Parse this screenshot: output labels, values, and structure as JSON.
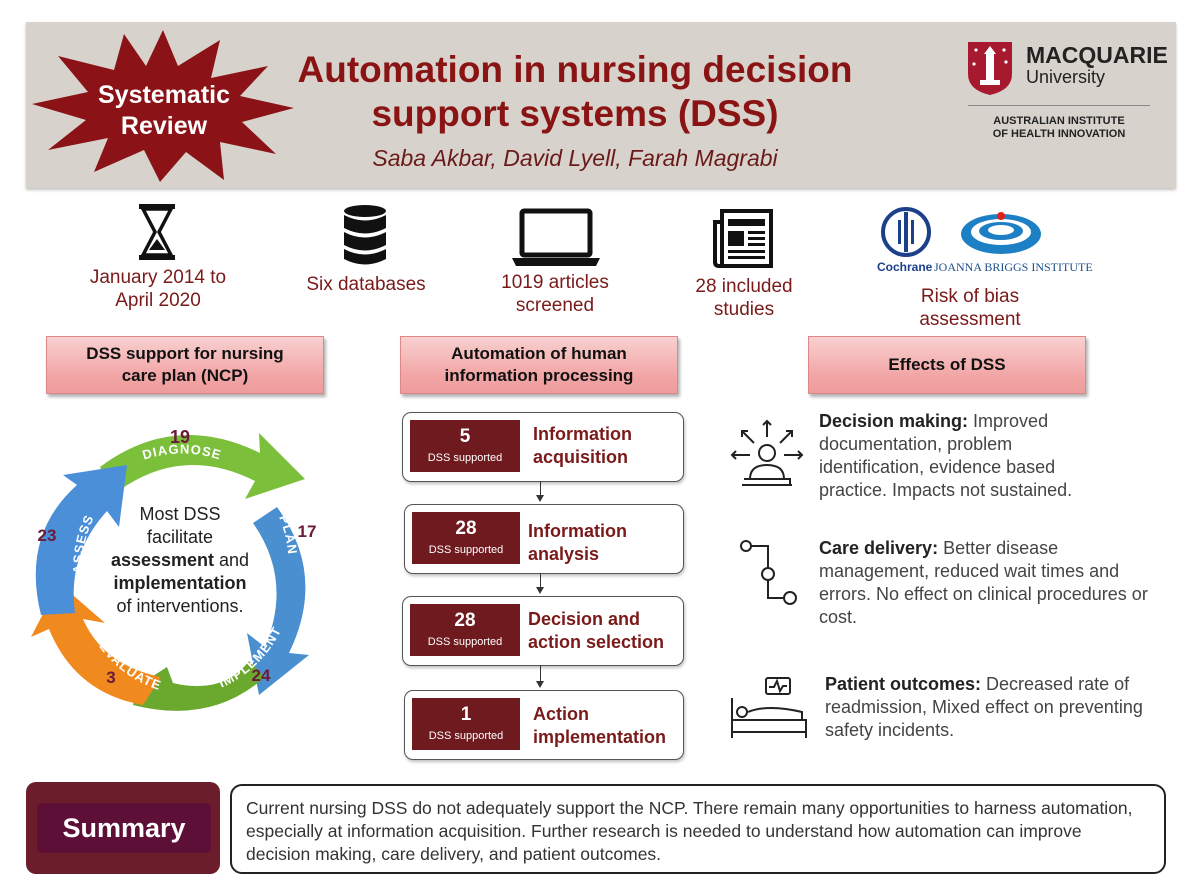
{
  "header": {
    "badge_line1": "Systematic",
    "badge_line2": "Review",
    "title_line1": "Automation in nursing decision",
    "title_line2": "support systems (DSS)",
    "authors": "Saba Akbar, David Lyell, Farah Magrabi",
    "logo_name": "MACQUARIE",
    "logo_sub": "University",
    "logo_inst_line1": "AUSTRALIAN INSTITUTE",
    "logo_inst_line2": "OF HEALTH INNOVATION"
  },
  "stats": [
    {
      "icon": "hourglass-icon",
      "line1": "January 2014 to",
      "line2": "April 2020"
    },
    {
      "icon": "database-icon",
      "line1": "Six databases",
      "line2": ""
    },
    {
      "icon": "laptop-icon",
      "line1": "1019 articles",
      "line2": "screened"
    },
    {
      "icon": "newspaper-icon",
      "line1": "28 included",
      "line2": "studies"
    },
    {
      "icon": "risk-of-bias-logos",
      "line1": "Risk of bias",
      "line2": "assessment",
      "logo1": "Cochrane",
      "logo2": "JOANNA BRIGGS INSTITUTE"
    }
  ],
  "sections": {
    "ncp_line1": "DSS support for nursing",
    "ncp_line2": "care plan (NCP)",
    "auto_line1": "Automation of human",
    "auto_line2": "information processing",
    "effects": "Effects of DSS"
  },
  "cycle": {
    "phases": [
      {
        "label": "DIAGNOSE",
        "value": 19
      },
      {
        "label": "PLAN",
        "value": 17
      },
      {
        "label": "IMPLEMENT",
        "value": 24
      },
      {
        "label": "EVALUATE",
        "value": 3
      },
      {
        "label": "ASSESS",
        "value": 23
      }
    ],
    "colors": {
      "diagnose": "#7bbf3a",
      "plan": "#4a90d0",
      "implement": "#6aa82e",
      "evaluate": "#f08a1e",
      "assess": "#4a8fd8"
    },
    "center_line1": "Most DSS",
    "center_line2": "facilitate",
    "center_bold1": "assessment",
    "center_and": " and",
    "center_bold2": "implementation",
    "center_line4": "of interventions."
  },
  "stages": [
    {
      "count": "5",
      "label_small": "DSS supported",
      "label_line1": "Information",
      "label_line2": "acquisition"
    },
    {
      "count": "28",
      "label_small": "DSS supported",
      "label_line1": "Information",
      "label_line2": "analysis"
    },
    {
      "count": "28",
      "label_small": "DSS supported",
      "label_line1": "Decision and",
      "label_line2": "action selection"
    },
    {
      "count": "1",
      "label_small": "DSS supported",
      "label_line1": "Action",
      "label_line2": "implementation"
    }
  ],
  "effects": [
    {
      "icon": "decision-person-icon",
      "title": "Decision making:",
      "text": " Improved documentation, problem identification,  evidence based practice. Impacts not sustained."
    },
    {
      "icon": "care-path-icon",
      "title": "Care delivery:",
      "text": " Better disease management, reduced wait times and errors. No effect on clinical procedures or cost."
    },
    {
      "icon": "patient-bed-icon",
      "title": "Patient outcomes:",
      "text": "  Decreased rate of readmission,  Mixed effect on preventing safety incidents."
    }
  ],
  "summary": {
    "label": "Summary",
    "text": "Current nursing DSS do not adequately support the NCP. There remain many opportunities to harness automation, especially at information acquisition.  Further research is needed to understand how automation can improve decision  making, care delivery, and patient outcomes."
  },
  "colors": {
    "title": "#8a1414",
    "stage_fill": "#6e1a1f",
    "summary_fill": "#5e0f37",
    "header_bg": "#d7d3cc"
  }
}
